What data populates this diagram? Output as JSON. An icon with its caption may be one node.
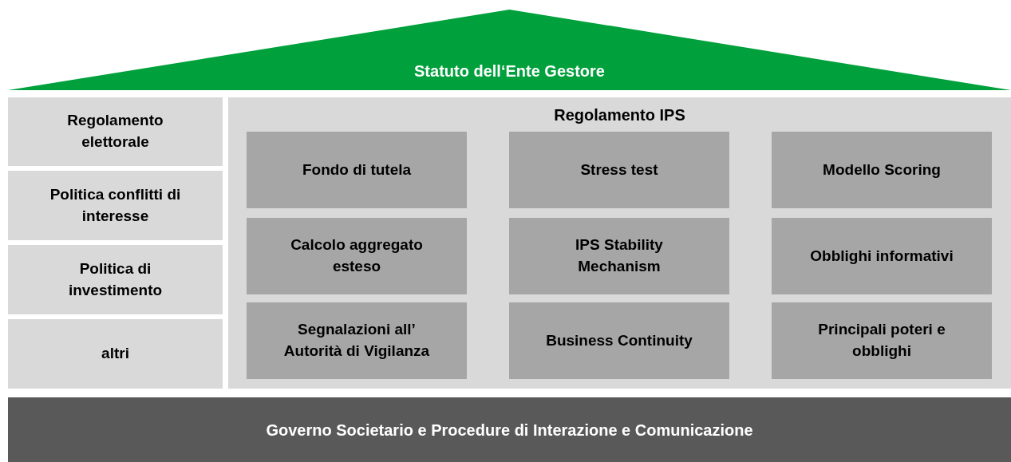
{
  "diagram": {
    "nodes": [
      {
        "text": [
          "Statuto dell‘Ente Gestore"
        ]
      },
      {
        "text": [
          "Regolamento elettorale"
        ]
      },
      {
        "text": [
          "Politica conflitti di interesse"
        ]
      },
      {
        "text": [
          "Politica di investimento"
        ]
      },
      {
        "text": [
          "altri"
        ]
      },
      {
        "text": [
          "Regolamento IPS"
        ]
      },
      {
        "text": [
          "Fondo di tutela"
        ],
        "in": 5
      },
      {
        "text": [
          "Stress test"
        ],
        "in": 5
      },
      {
        "text": [
          "Modello Scoring"
        ],
        "in": 5
      },
      {
        "text": [
          "Calcolo aggregato esteso"
        ],
        "in": 5
      },
      {
        "text": [
          "IPS Stability Mechanism"
        ],
        "in": 5
      },
      {
        "text": [
          "Obblighi informativi"
        ],
        "in": 5
      },
      {
        "text": [
          "Segnalazioni all’ Autorità di Vigilanza"
        ],
        "in": 5
      },
      {
        "text": [
          "Business Continuity"
        ],
        "in": 5
      },
      {
        "text": [
          "Principali poteri e obblighi"
        ],
        "in": 5
      },
      {
        "text": [
          "Governo Societario e Procedure di Interazione e Comunicazione"
        ]
      }
    ]
  }
}
